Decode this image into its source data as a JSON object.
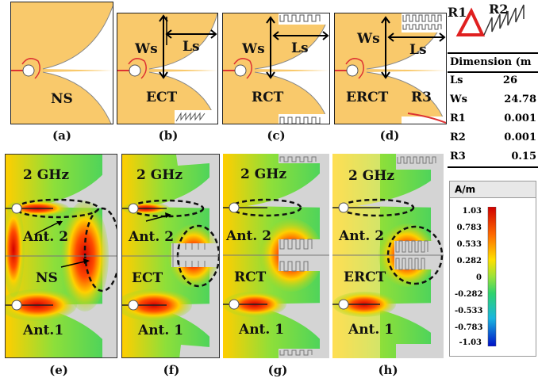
{
  "geometry_panels": [
    {
      "id": "a",
      "label": "NS",
      "caption": "(a)"
    },
    {
      "id": "b",
      "label": "ECT",
      "caption": "(b)",
      "ws": "Ws",
      "ls": "Ls"
    },
    {
      "id": "c",
      "label": "RCT",
      "caption": "(c)",
      "ws": "Ws",
      "ls": "Ls"
    },
    {
      "id": "d",
      "label": "ERCT",
      "caption": "(d)",
      "ws": "Ws",
      "ls": "Ls",
      "r3": "R3"
    }
  ],
  "inset": {
    "r1": "R1",
    "r2": "R2"
  },
  "dimension_table": {
    "header": "Dimension (m",
    "rows": [
      {
        "k": "Ls",
        "v": "26"
      },
      {
        "k": "Ws",
        "v": "24.78"
      },
      {
        "k": "R1",
        "v": "0.001"
      },
      {
        "k": "R2",
        "v": "0.001"
      },
      {
        "k": "R3",
        "v": "0.15"
      }
    ]
  },
  "sim_panels": [
    {
      "id": "e",
      "freq": "2 GHz",
      "ant2": "Ant. 2",
      "name": "NS",
      "ant1": "Ant.1",
      "caption": "(e)"
    },
    {
      "id": "f",
      "freq": "2 GHz",
      "ant2": "Ant. 2",
      "name": "ECT",
      "ant1": "Ant. 1",
      "caption": "(f)"
    },
    {
      "id": "g",
      "freq": "2 GHz",
      "ant2": "Ant. 2",
      "name": "RCT",
      "ant1": "Ant. 1",
      "caption": "(g)"
    },
    {
      "id": "h",
      "freq": "2 GHz",
      "ant2": "Ant. 2",
      "name": "ERCT",
      "ant1": "Ant. 1",
      "caption": "(h)"
    }
  ],
  "colorbar": {
    "unit": "A/m",
    "ticks": [
      "1.03",
      "0.783",
      "0.533",
      "0.282",
      "0",
      "-0.282",
      "-0.533",
      "-0.783",
      "-1.03"
    ]
  }
}
